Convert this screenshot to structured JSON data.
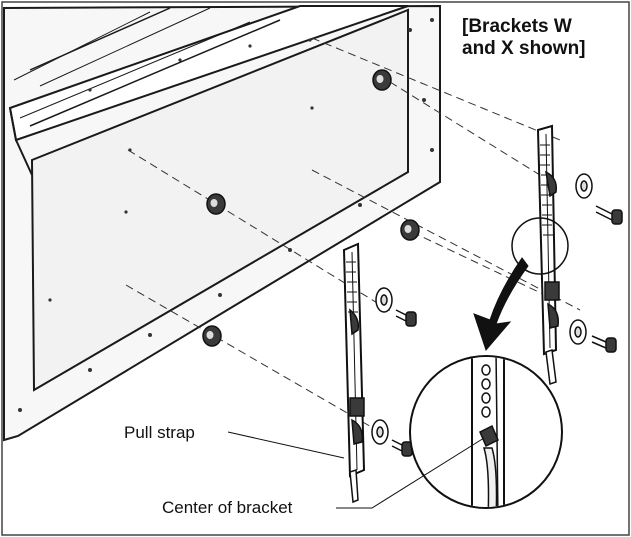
{
  "figure": {
    "caption_line1": "[Brackets W",
    "caption_line2": "and X shown]",
    "callouts": {
      "pull_strap": "Pull strap",
      "center_of_bracket": "Center of bracket"
    }
  },
  "colors": {
    "line": "#1a1a1a",
    "panel_fill": "#f2f2f2",
    "frame_fill": "#f7f7f7",
    "dark_part": "#3a3a3a",
    "arrow_fill": "#111111"
  }
}
